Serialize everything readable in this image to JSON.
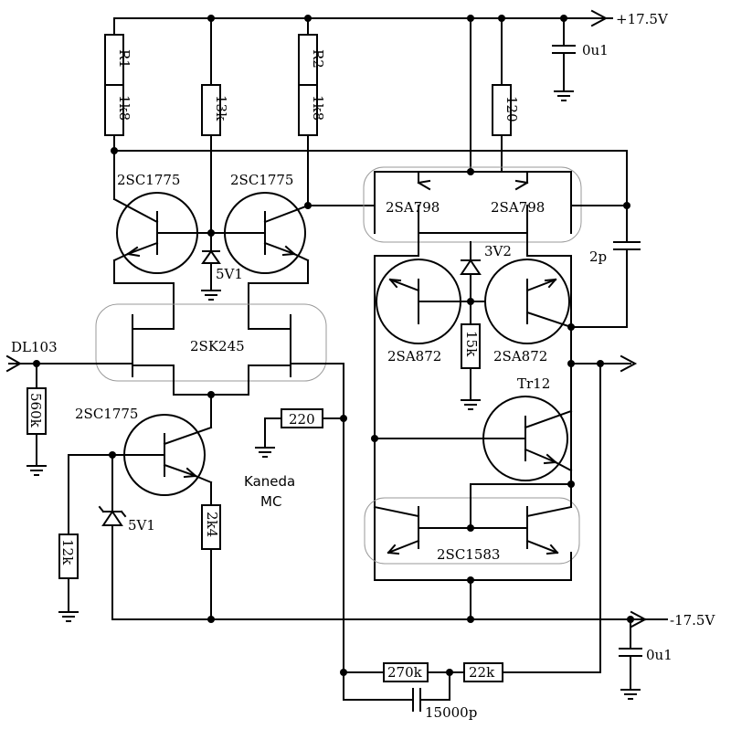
{
  "rails": {
    "pos": "+17.5V",
    "neg": "-17.5V"
  },
  "input": {
    "label": "DL103"
  },
  "title": {
    "line1": "Kaneda",
    "line2": "MC"
  },
  "groups": {
    "jfet": "2SK245",
    "top_pnp": "2SA798",
    "current_mirror": "2SC1583"
  },
  "transistors": {
    "q1": "2SC1775",
    "q2": "2SC1775",
    "q_cs": "2SC1775",
    "q_pnp_l": "2SA872",
    "q_pnp_r": "2SA872",
    "tr12": "Tr12"
  },
  "resistors": {
    "r1_name": "R1",
    "r1_value": "1k8",
    "r2_name": "R2",
    "r2_value": "1k8",
    "r_mid": "13k",
    "r_120": "120",
    "r_15k": "15k",
    "r_560k": "560k",
    "r_12k": "12k",
    "r_2k4": "2k4",
    "r_220": "220",
    "r_270k": "270k",
    "r_22k": "22k"
  },
  "zeners": {
    "z1": "5V1",
    "z2": "5V1",
    "z3": "3V2"
  },
  "capacitors": {
    "c_top": "0u1",
    "c_bot": "0u1",
    "c_comp": "2p",
    "c_fb": "15000p"
  }
}
